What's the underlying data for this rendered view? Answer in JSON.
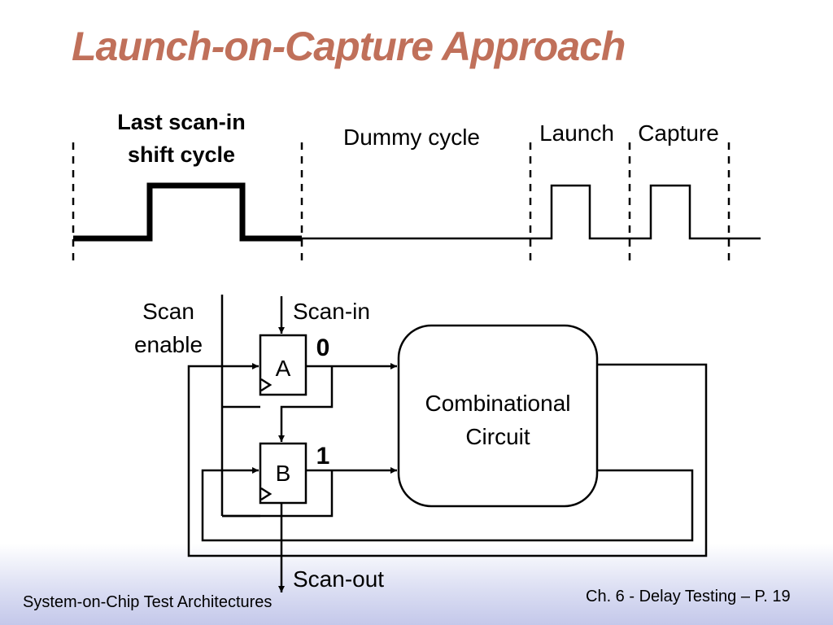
{
  "slide": {
    "title": "Launch-on-Capture Approach",
    "footer_left": "System-on-Chip Test Architectures",
    "footer_right": "Ch. 6 - Delay Testing – P. 19"
  },
  "timing": {
    "last_shift_label_line1": "Last scan-in",
    "last_shift_label_line2": "shift cycle",
    "dummy_label": "Dummy cycle",
    "launch_label": "Launch",
    "capture_label": "Capture"
  },
  "circuit": {
    "scan_enable_line1": "Scan",
    "scan_enable_line2": "enable",
    "scan_in": "Scan-in",
    "scan_out": "Scan-out",
    "ff_a": "A",
    "ff_b": "B",
    "value_a": "0",
    "value_b": "1",
    "comb_line1": "Combinational",
    "comb_line2": "Circuit"
  }
}
